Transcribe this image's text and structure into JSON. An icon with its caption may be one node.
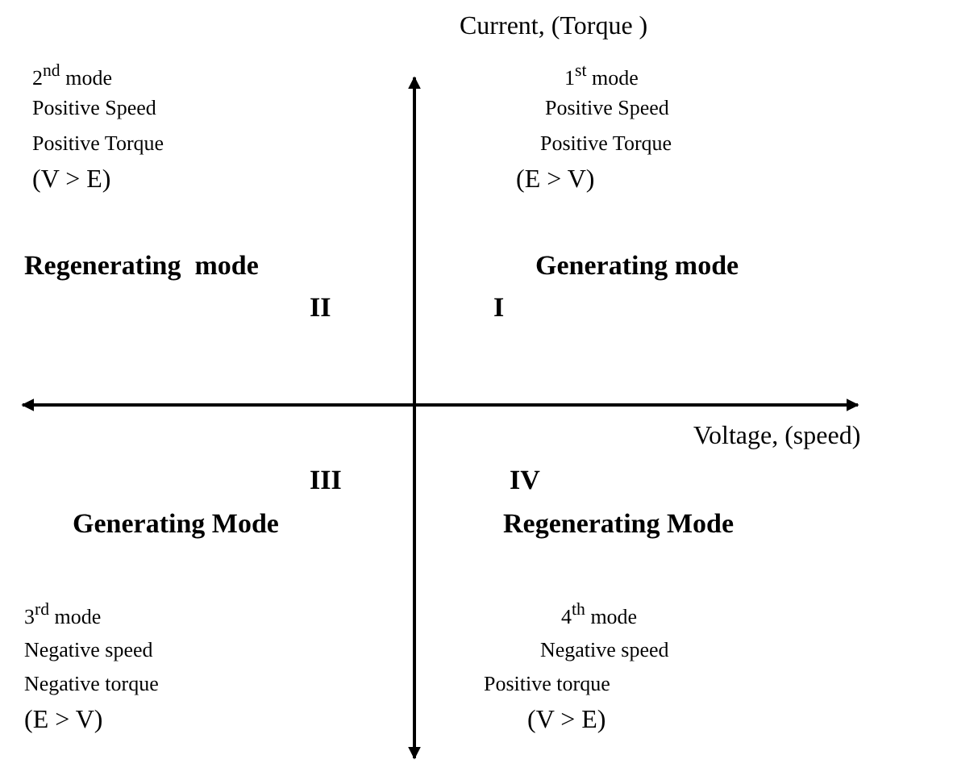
{
  "diagram": {
    "labels": [
      "Current, (Torque )",
      "2$^{nd}$ mode",
      "1$^{st}$ mode",
      "Positive Speed",
      "Positive Speed",
      "Positive Torque",
      "Positive Torque",
      "(V > E)",
      "(E > V)",
      "Regenerating  mode",
      "Generating mode",
      "II",
      "I",
      "Voltage, (speed)",
      "III",
      "IV",
      "Generating Mode",
      "Regenerating Mode",
      "3$^{rd}$ mode",
      "4$^{th}$ mode",
      "Negative speed",
      "Negative speed",
      "Negative torque",
      "Positive torque",
      "(E > V)",
      "(V > E)"
    ]
  }
}
